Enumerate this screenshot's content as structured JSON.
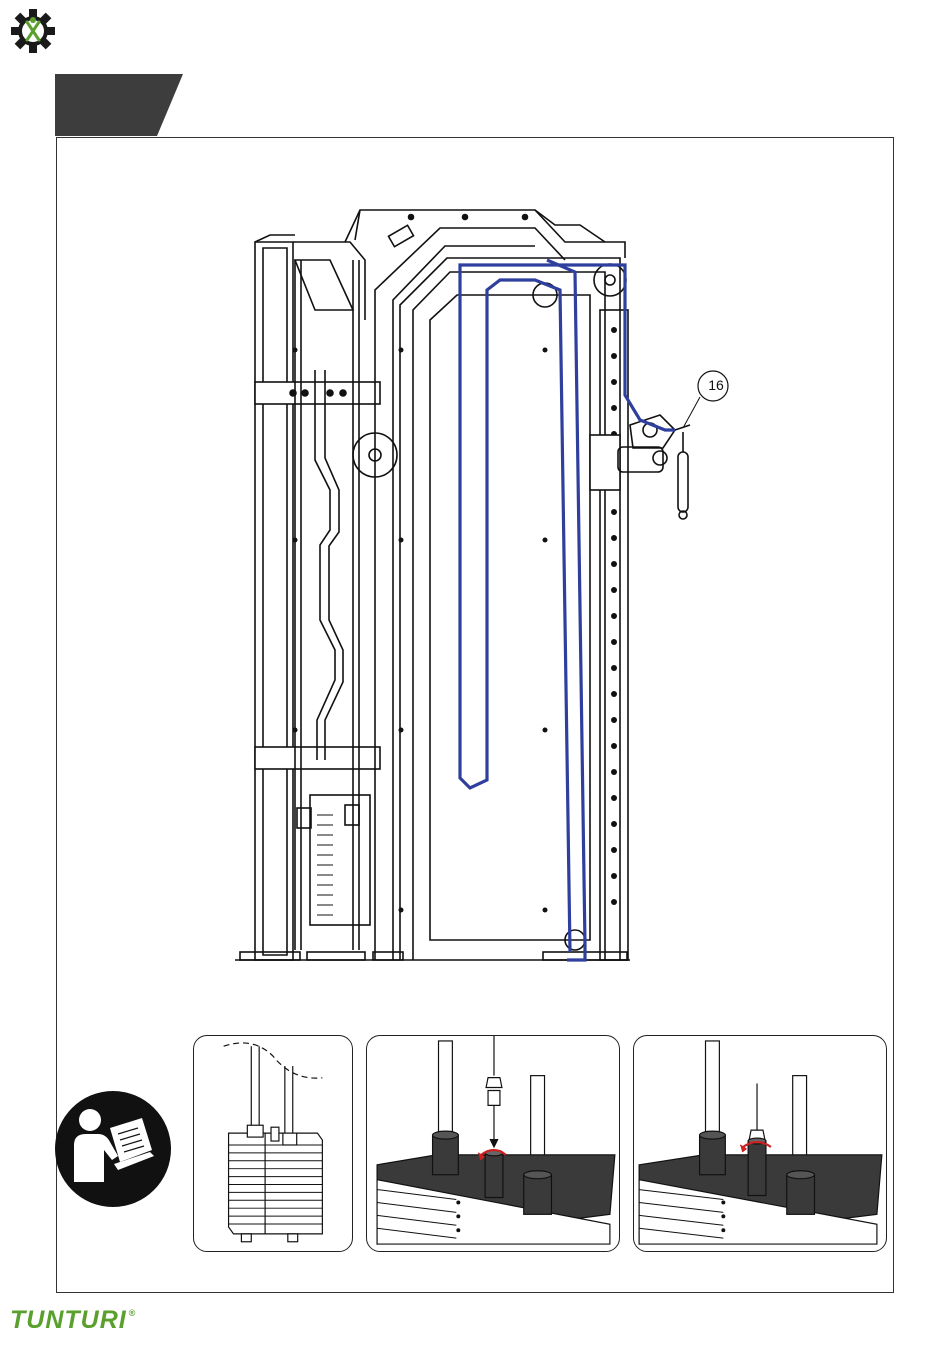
{
  "header": {
    "logo_icon": "tools-gear-icon",
    "tab_color": "#3d3d3d"
  },
  "diagram": {
    "callout_number": "16",
    "cable_color": "#2f3f9e",
    "illustration": "cable-routing-diagram"
  },
  "instruction_icon": "read-manual-icon",
  "detail_panels": [
    {
      "illustration": "weight-stack-detail"
    },
    {
      "illustration": "cable-insert-detail"
    },
    {
      "illustration": "cable-tighten-detail"
    }
  ],
  "footer": {
    "brand": "TUNTURI",
    "registered": "®",
    "brand_color": "#5aa02c"
  }
}
